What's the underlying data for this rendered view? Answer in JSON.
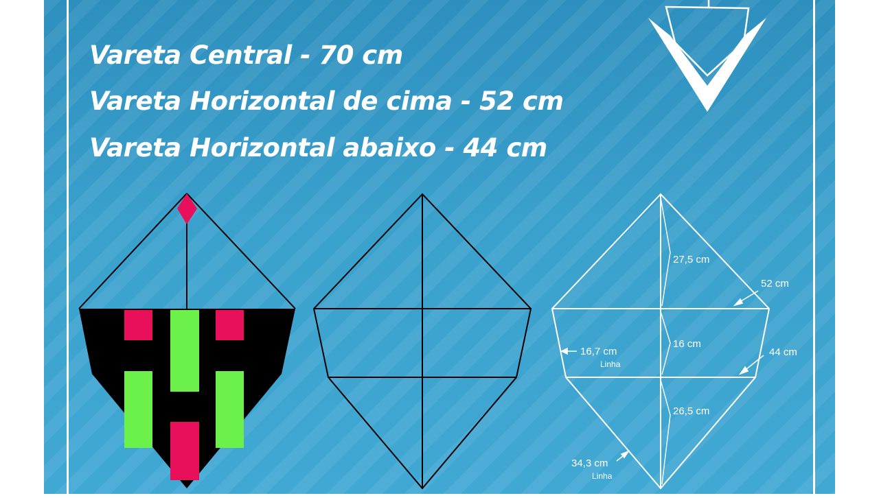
{
  "specs": {
    "line1": "Vareta Central - 70 cm",
    "line2": "Vareta Horizontal de cima - 52 cm",
    "line3": "Vareta Horizontal abaixo - 44 cm"
  },
  "measurements": {
    "top_center": "27,5 cm",
    "top_width": "52 cm",
    "side_line": "16,7 cm",
    "side_line_sub": "Linha",
    "middle_center": "16 cm",
    "bottom_width": "44 cm",
    "bottom_center": "26,5 cm",
    "bottom_line": "34,3 cm",
    "bottom_line_sub": "Linha"
  },
  "colors": {
    "background": "#3aa0cc",
    "kite_body": "#000000",
    "accent_pink": "#e8105a",
    "accent_green": "#6cf04a",
    "line": "#ffffff"
  },
  "icons": [
    "logo-v-icon"
  ]
}
